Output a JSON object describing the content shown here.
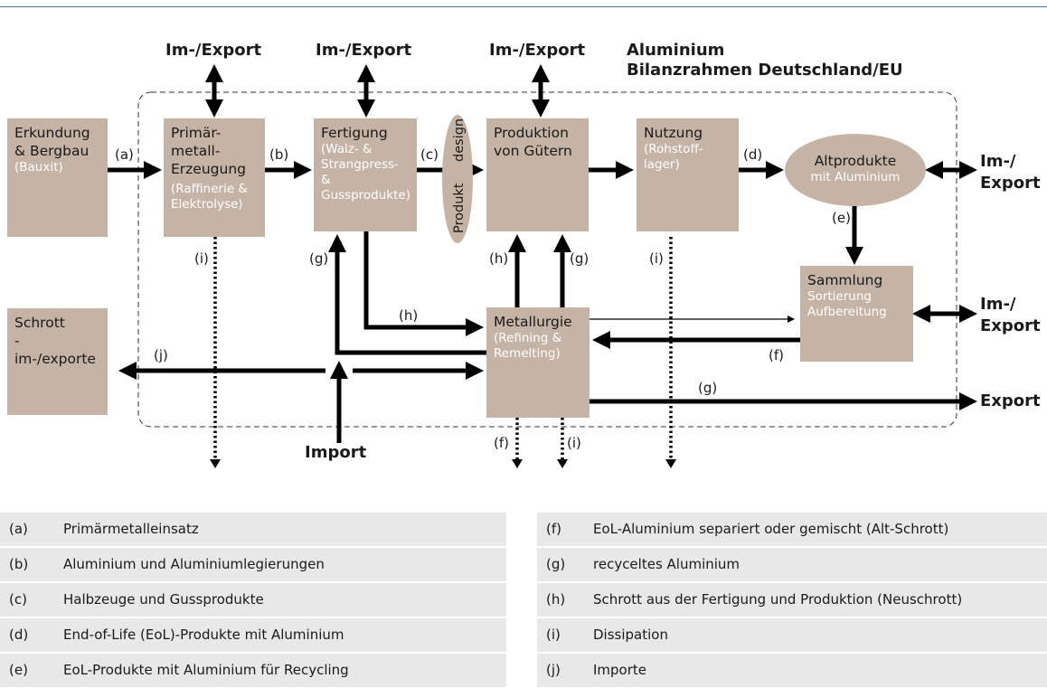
{
  "diagram": {
    "title_line1": "Aluminium",
    "title_line2": "Bilanzrahmen Deutschland/EU",
    "imex_labels": [
      "Im-/Export",
      "Im-/Export",
      "Im-/Export"
    ],
    "side_imex_1": "Im-/",
    "side_imex_1b": "Export",
    "side_imex_2": "Im-/",
    "side_imex_2b": "Export",
    "export_label": "Export",
    "import_label": "Import",
    "boxes": {
      "erkundung": {
        "line1": "Erkundung",
        "line2": "& Bergbau",
        "sub": "(Bauxit)"
      },
      "primaer": {
        "line1": "Primär-",
        "line2": "metall-",
        "line3": "Erzeugung",
        "sub1": "(Raffinerie &",
        "sub2": "Elektrolyse)"
      },
      "fertigung": {
        "line1": "Fertigung",
        "sub1": "(Walz- &",
        "sub2": "Strangpress- &",
        "sub3": "Gussprodukte)"
      },
      "produktion": {
        "line1": "Produktion",
        "line2": "von Gütern"
      },
      "nutzung": {
        "line1": "Nutzung",
        "sub1": "(Rohstoff-",
        "sub2": "lager)"
      },
      "altprodukte": {
        "line1": "Altprodukte",
        "sub": "mit Aluminium"
      },
      "sammlung": {
        "line1": "Sammlung",
        "sub1": "Sortierung",
        "sub2": "Aufbereitung"
      },
      "metallurgie": {
        "line1": "Metallurgie",
        "sub1": "(Refining &",
        "sub2": "Remelting)"
      },
      "schrott": {
        "line1": "Schrott",
        "line2": "-im-/exporte"
      },
      "produktdesign": {
        "a": "Produkt",
        "b": "design"
      }
    },
    "flow_labels": {
      "a": "(a)",
      "b": "(b)",
      "c": "(c)",
      "d": "(d)",
      "e": "(e)",
      "f_mid": "(f)",
      "g_mid": "(g)",
      "h_up": "(h)",
      "g_up": "(g)",
      "h_low": "(h)",
      "g_left": "(g)",
      "i1": "(i)",
      "i2": "(i)",
      "i3": "(i)",
      "j": "(j)",
      "f_low": "(f)",
      "i_low": "(i)"
    }
  },
  "legend": {
    "left": [
      {
        "key": "(a)",
        "text": "Primärmetalleinsatz"
      },
      {
        "key": "(b)",
        "text": "Aluminium und Aluminiumlegierungen"
      },
      {
        "key": "(c)",
        "text": "Halbzeuge und Gussprodukte"
      },
      {
        "key": "(d)",
        "text": "End-of-Life (EoL)-Produkte mit Aluminium"
      },
      {
        "key": "(e)",
        "text": "EoL-Produkte mit Aluminium für Recycling"
      }
    ],
    "right": [
      {
        "key": "(f)",
        "text": "EoL-Aluminium separiert oder gemischt (Alt-Schrott)"
      },
      {
        "key": "(g)",
        "text": "recyceltes Aluminium"
      },
      {
        "key": "(h)",
        "text": "Schrott aus der Fertigung und Produktion (Neuschrott)"
      },
      {
        "key": "(i)",
        "text": "Dissipation"
      },
      {
        "key": "(j)",
        "text": "Importe"
      }
    ]
  },
  "colors": {
    "box": "#c5b3a6",
    "legend_bg": "#e8e8e8",
    "rule": "#4a6ea0"
  }
}
